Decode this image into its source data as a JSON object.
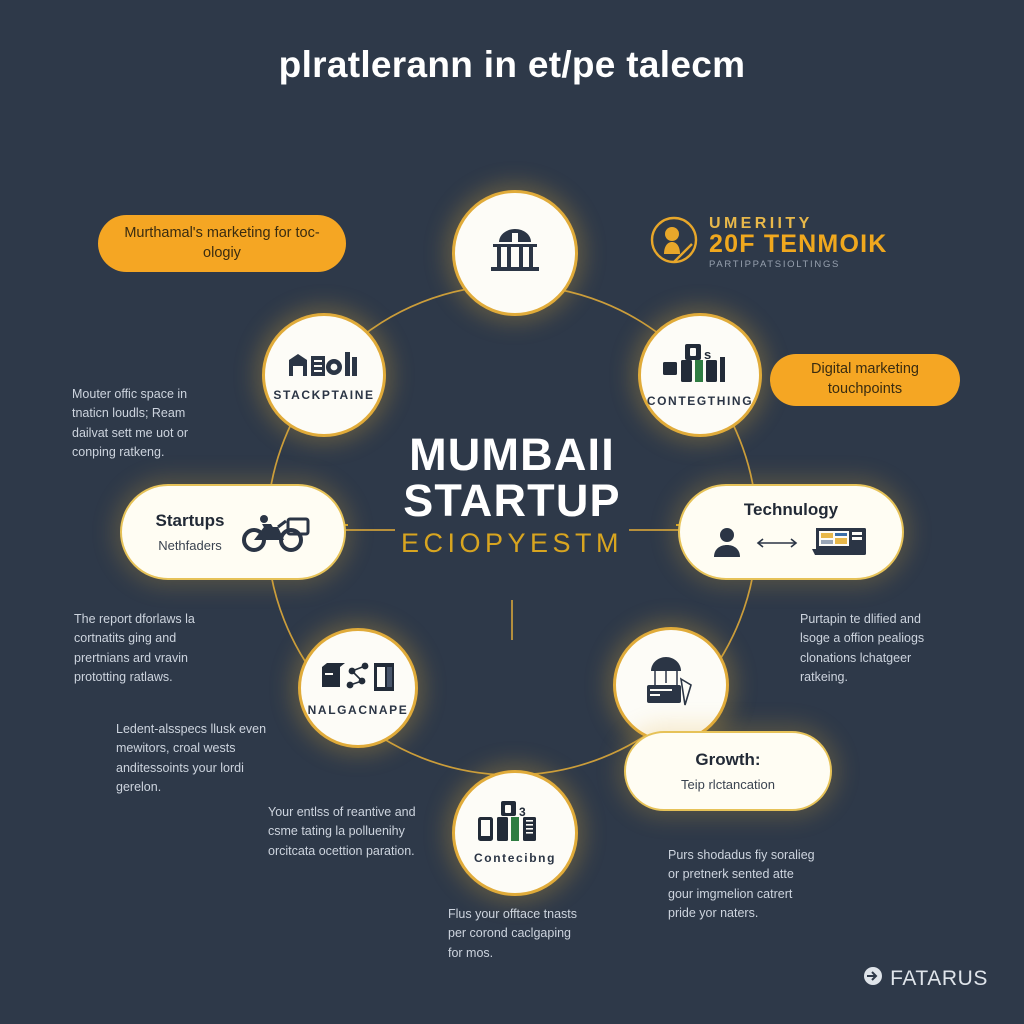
{
  "page": {
    "title": "plratlerann in et/pe talecm",
    "background_color": "#2e3949",
    "accent_gold": "#e0ab3a",
    "accent_orange": "#f5a623"
  },
  "hub": {
    "line1": "MUMBAII",
    "line2": "STARTUP",
    "line3": "ECIOPYESTM"
  },
  "logo": {
    "icon": "location-pin-icon",
    "line1": "UMERIITY",
    "line2": "20F TENMOIK",
    "line3": "PARTIPPATSIOLTINGS"
  },
  "pills": [
    {
      "name": "pill-marketing-technology",
      "text": "Murthamal's marketing for toc-ologiy"
    },
    {
      "name": "pill-digital-touchpoints",
      "text": "Digital marketing touchpoints"
    }
  ],
  "nodes": [
    {
      "name": "node-top-building",
      "caption": "",
      "icon": "bank-building-icon"
    },
    {
      "name": "node-stackptaine",
      "caption": "STACKPTAINE",
      "icon": "city-buildings-icon"
    },
    {
      "name": "node-contegthing",
      "caption": "CONTEGTHING",
      "icon": "devices-icon"
    },
    {
      "name": "node-nalgacnape",
      "caption": "NALGACNAPE",
      "icon": "network-share-icon"
    },
    {
      "name": "node-finance-dome",
      "caption": "",
      "icon": "bank-umbrella-icon"
    },
    {
      "name": "node-contecibng",
      "caption": "Contecibng",
      "icon": "mobile-devices-icon"
    }
  ],
  "cards": [
    {
      "name": "card-startups",
      "title": "Startups",
      "body": "Nethfaders",
      "icon": "delivery-motorcycle-icon"
    },
    {
      "name": "card-technology",
      "title": "Technulogy",
      "body": "",
      "icon": "user-to-laptop-icon"
    },
    {
      "name": "card-growth",
      "title": "Growth:",
      "body": "Teip rlctancation",
      "icon": ""
    }
  ],
  "notes": [
    {
      "name": "note-office-space",
      "text": "Mouter offic space in tnaticn loudls; Ream dailvat sett me uot or conping ratkeng."
    },
    {
      "name": "note-report-overview",
      "text": "The report dforlaws la cortnatits ging and prertnians ard vravin prototting ratlaws."
    },
    {
      "name": "note-ledent-aspects",
      "text": "Ledent-alsspecs llusk even mewitors, croal wests anditessoints your lordi gerelon."
    },
    {
      "name": "note-creative-bottom",
      "text": "Your entlss of reantive and csme tating la polluenihy orcitcata ocettion paration."
    },
    {
      "name": "note-office-bottom",
      "text": "Flus your offtace tnasts per corond caclgaping for mos."
    },
    {
      "name": "note-partner-right",
      "text": "Purtapin te dlified and lsoge a offion pealiogs clonations lchatgeer ratkeing."
    },
    {
      "name": "note-shoddades-right",
      "text": "Purs shodadus fiy soralieg or pretnerk sented atte gour imgmelion catrert pride yor naters."
    }
  ],
  "watermark": {
    "icon": "fatarus-logo-icon",
    "text": "FATARUS"
  }
}
